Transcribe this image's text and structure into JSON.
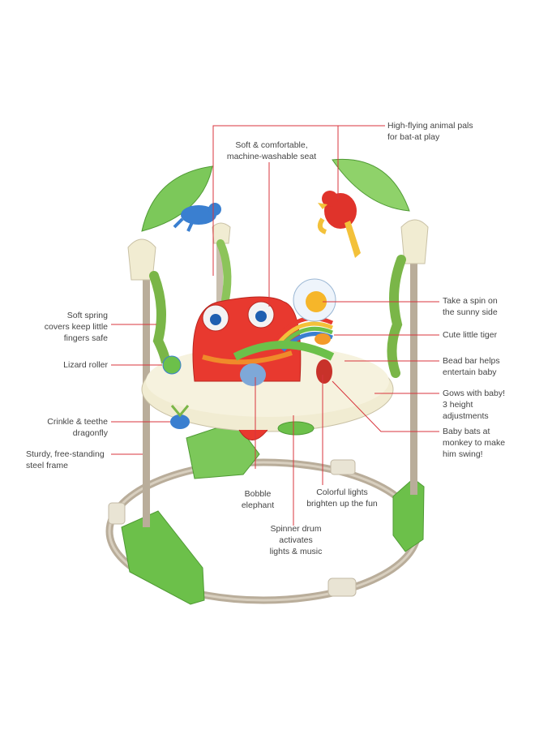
{
  "colors": {
    "leader_line": "#d8343c",
    "label_text": "#444444",
    "frame_grey": "#b9ad9a",
    "base_green": "#6cc04a",
    "seat_red": "#e8392f",
    "tray_cream": "#f1ecd2"
  },
  "labels": {
    "high_flying": "High-flying animal pals\nfor bat-at play",
    "soft_seat": "Soft & comfortable,\nmachine-washable seat",
    "spring_covers": "Soft spring\ncovers keep little\nfingers safe",
    "lizard": "Lizard roller",
    "crinkle": "Crinkle & teethe\ndragonfly",
    "frame": "Sturdy, free-standing\nsteel frame",
    "bobble": "Bobble\nelephant",
    "lights": "Colorful lights\nbrighten up the fun",
    "spinner": "Spinner drum\nactivates\nlights & music",
    "sunny": "Take a spin on\nthe sunny side",
    "tiger": "Cute little tiger",
    "bead_bar": "Bead bar helps\nentertain baby",
    "grows": "Gows with baby!\n3 height\nadjustments",
    "monkey": "Baby bats at\nmonkey to make\nhim swing!"
  }
}
